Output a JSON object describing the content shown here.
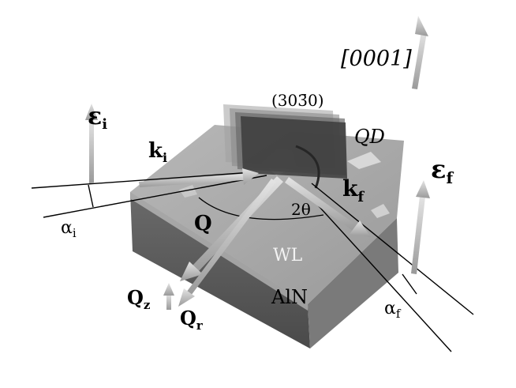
{
  "colors": {
    "background": "#ffffff",
    "substrate_top": "#a8a8a8",
    "substrate_front": "#5a5a5a",
    "substrate_side": "#7a7a7a",
    "arrow_fill": "#c9c9c9",
    "line": "#000000"
  },
  "labels": {
    "direction": "[0001]",
    "plane": "(303̄0)",
    "qd": "QD",
    "eps_i": {
      "main": "ε",
      "sub": "i"
    },
    "eps_f": {
      "main": "ε",
      "sub": "f"
    },
    "k_i": {
      "main": "k",
      "sub": "i"
    },
    "k_f": {
      "main": "k",
      "sub": "f"
    },
    "alpha_i": {
      "main": "α",
      "sub": "i"
    },
    "alpha_f": {
      "main": "α",
      "sub": "f"
    },
    "two_theta": "2θ",
    "q": "Q",
    "q_z": {
      "main": "Q",
      "sub": "z"
    },
    "q_r": {
      "main": "Q",
      "sub": "r"
    },
    "wl": "WL",
    "aln": "AlN"
  }
}
